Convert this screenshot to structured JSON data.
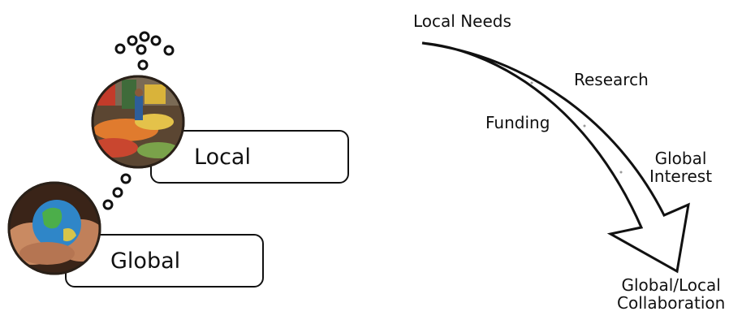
{
  "nodes": {
    "local": {
      "label": "Local"
    },
    "global": {
      "label": "Global"
    }
  },
  "flow": {
    "start": "Local Needs",
    "research": "Research",
    "funding": "Funding",
    "global_interest_line1": "Global",
    "global_interest_line2": "Interest",
    "end_line1": "Global/Local",
    "end_line2": "Collaboration"
  },
  "icons": {
    "thought_bubble": "thought-bubble-dots-icon",
    "connector": "connector-dots-icon",
    "curved_arrow": "curved-arrow-icon"
  }
}
